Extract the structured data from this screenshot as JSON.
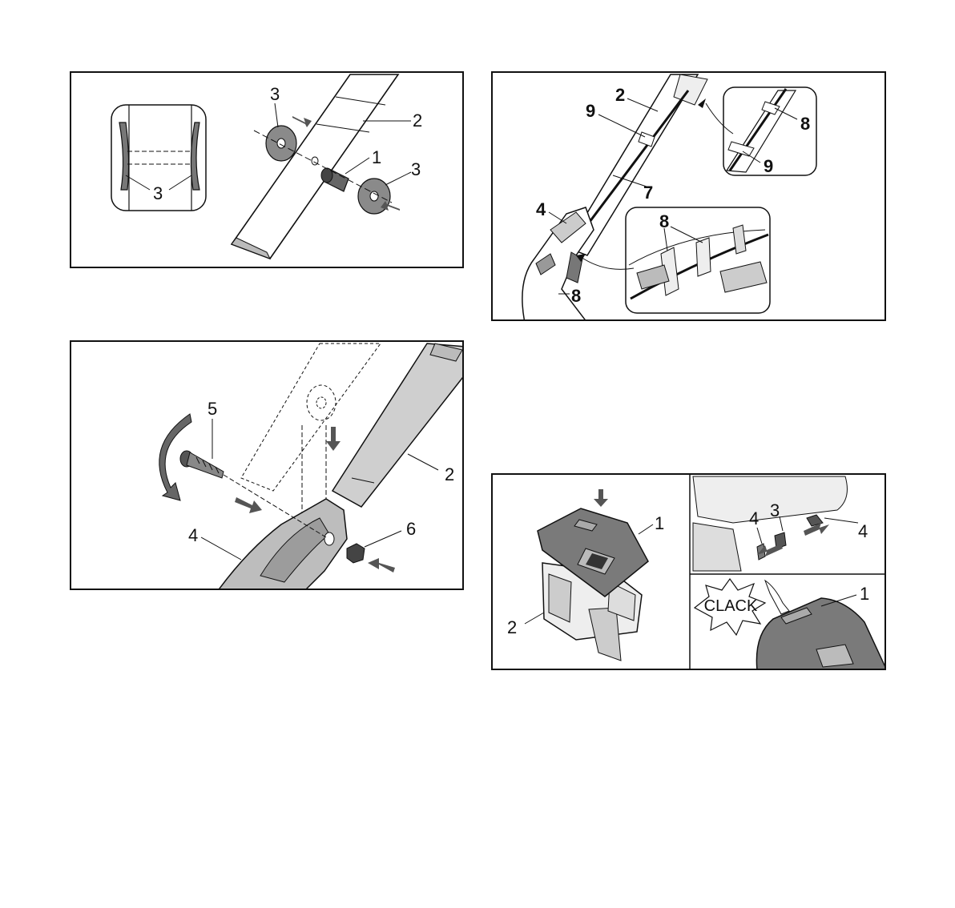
{
  "figures": {
    "fig1": {
      "labels": {
        "washer_left": "3",
        "washer_right": "3",
        "handle": "2",
        "spacer": "1",
        "inset_pads": "3"
      }
    },
    "fig2": {
      "labels": {
        "handle": "2",
        "cable_clip": "9",
        "cable": "7",
        "lever": "4",
        "clips": "8",
        "inset_top_clip": "8",
        "inset_top_clip2": "9",
        "inset_bottom_clips": "8"
      }
    },
    "fig3": {
      "labels": {
        "bolt": "5",
        "handle": "2",
        "housing": "4",
        "nut": "6"
      }
    },
    "fig4": {
      "labels": {
        "cover": "1",
        "box": "2",
        "pin_left": "4",
        "pin_mid": "3",
        "pin_right": "4",
        "cover_closed": "1"
      },
      "sound_word": "CLACK"
    }
  },
  "colors": {
    "line": "#111111",
    "part_fill": "#8a8a8a",
    "part_light": "#d6d6d6",
    "arrow": "#555555"
  }
}
